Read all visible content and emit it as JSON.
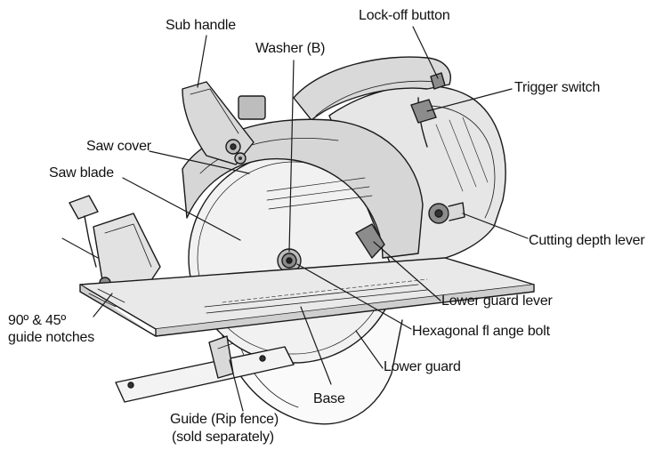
{
  "labels": {
    "sub_handle": "Sub handle",
    "washer_b": "Washer (B)",
    "lock_off_button": "Lock-off  button",
    "trigger_switch": "Trigger switch",
    "saw_cover": "Saw cover",
    "saw_blade": "Saw blade",
    "cutting_depth_lever": "Cutting depth lever",
    "guide_notches_1": "90º & 45º",
    "guide_notches_2": "guide notches",
    "lower_guard_lever": "Lower guard lever",
    "hexagonal_flange_bolt": "Hexagonal fl ange bolt",
    "lower_guard": "Lower guard",
    "base": "Base",
    "guide_rip_fence_1": "Guide (Rip fence)",
    "guide_rip_fence_2": "(sold separately)"
  },
  "colors": {
    "line": "#1a1a1a",
    "fill_light": "#f3f3f3",
    "fill_mid": "#d9d9d9",
    "fill_dark": "#8c8c8c"
  }
}
